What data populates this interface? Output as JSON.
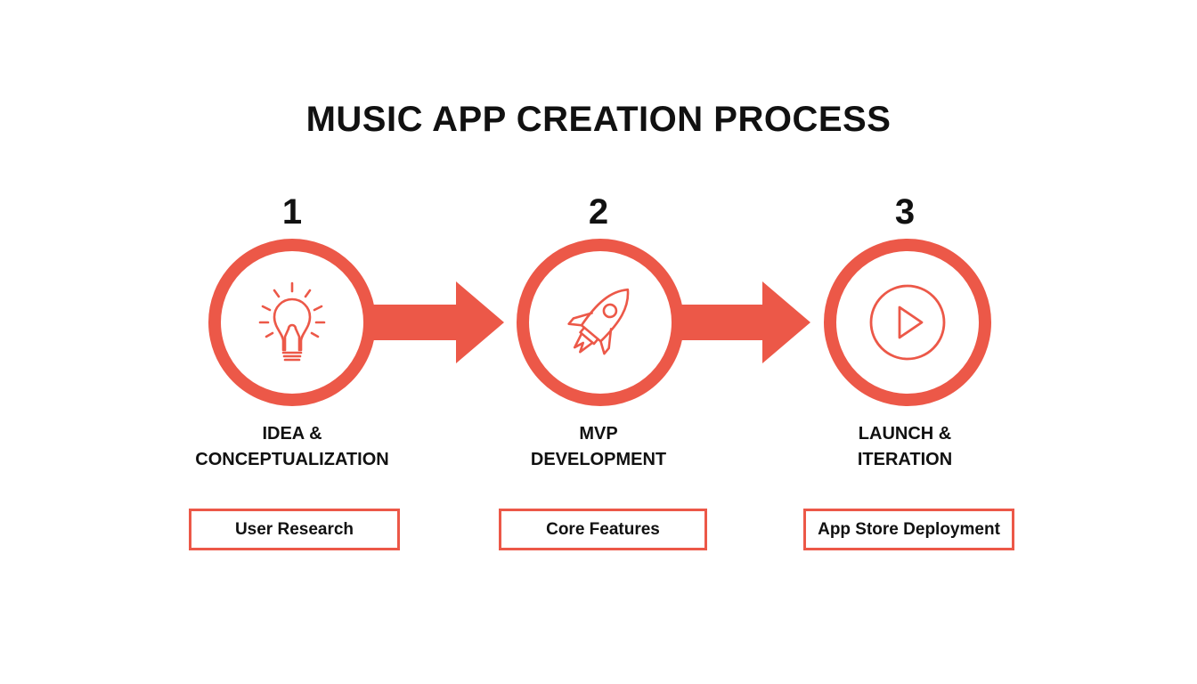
{
  "title": "MUSIC APP CREATION PROCESS",
  "accent_color": "#EC5848",
  "steps": [
    {
      "number": "1",
      "label_lines": [
        "IDEA &",
        "CONCEPTUALIZATION"
      ],
      "icon": "lightbulb-icon",
      "tag": "User Research"
    },
    {
      "number": "2",
      "label_lines": [
        "MVP",
        "DEVELOPMENT"
      ],
      "icon": "rocket-icon",
      "tag": "Core Features"
    },
    {
      "number": "3",
      "label_lines": [
        "LAUNCH &",
        "ITERATION"
      ],
      "icon": "play-circle-icon",
      "tag": "App Store Deployment"
    }
  ]
}
